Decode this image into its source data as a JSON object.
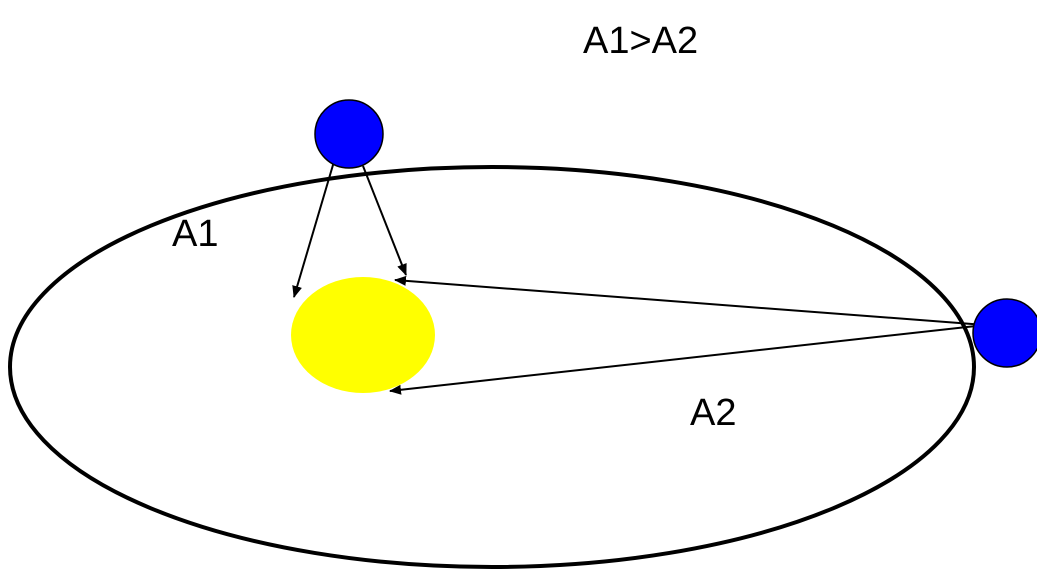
{
  "diagram": {
    "relation_label": "A1>A2",
    "area_labels": {
      "a1": "A1",
      "a2": "A2"
    },
    "colors": {
      "orbit_stroke": "#000000",
      "sun_fill": "#ffff00",
      "planet_fill": "#0000ff",
      "planet_stroke": "#000000",
      "arrow_color": "#000000"
    },
    "elements": {
      "sun": "sun-icon",
      "planet_top": "planet-icon",
      "planet_right": "planet-icon"
    }
  }
}
